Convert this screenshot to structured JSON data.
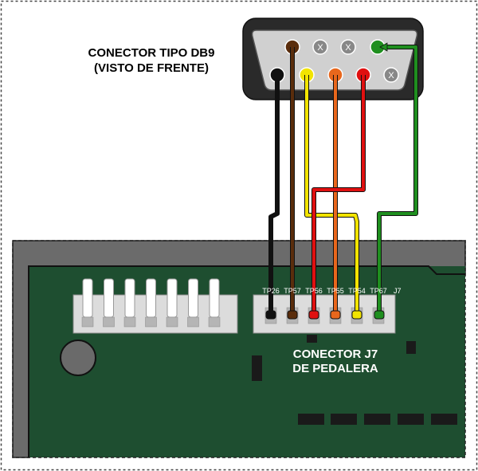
{
  "title": {
    "line1": "CONECTOR TIPO DB9",
    "line2": "(VISTO DE FRENTE)"
  },
  "board_label": {
    "line1": "CONECTOR J7",
    "line2": "DE PEDALERA"
  },
  "j7_label": "J7",
  "not_used_mark": "X",
  "test_points": [
    "TP26",
    "TP57",
    "TP56",
    "TP55",
    "TP54",
    "TP67"
  ],
  "colors": {
    "black": "#111111",
    "brown": "#5a2d0c",
    "red": "#e01010",
    "orange": "#e8671c",
    "yellow": "#f2e400",
    "green": "#1f8f1f",
    "pcb": "#1e4e30",
    "pcb_edge": "#6b6b6b",
    "connector_body": "#2a2a2a"
  },
  "db9": {
    "top_row": [
      "brown",
      "x",
      "x",
      "green"
    ],
    "bottom_row": [
      "black",
      "yellow",
      "orange",
      "red",
      "x"
    ]
  },
  "wires": [
    {
      "color": "black",
      "from": "db9-bottom-1",
      "to": "TP26"
    },
    {
      "color": "brown",
      "from": "db9-top-1",
      "to": "TP57"
    },
    {
      "color": "red",
      "from": "db9-bottom-4",
      "to": "TP56"
    },
    {
      "color": "orange",
      "from": "db9-bottom-3",
      "to": "TP55"
    },
    {
      "color": "yellow",
      "from": "db9-bottom-2",
      "to": "TP54"
    },
    {
      "color": "green",
      "from": "db9-top-4",
      "to": "TP67"
    }
  ]
}
